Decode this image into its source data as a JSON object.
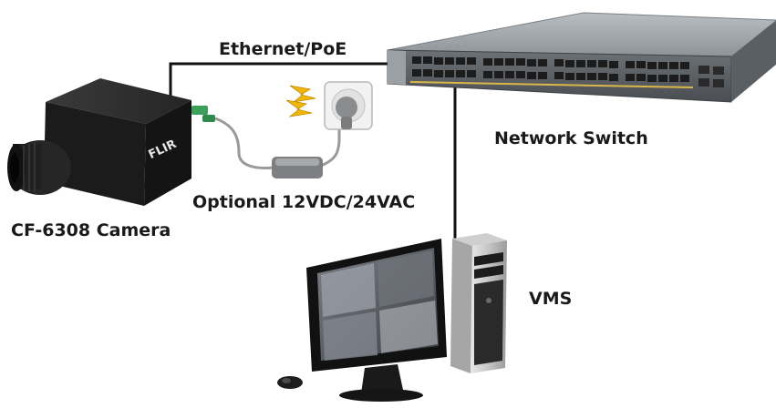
{
  "labels": {
    "ethernet": "Ethernet/PoE",
    "network_switch": "Network Switch",
    "power": "Optional 12VDC/24VAC",
    "camera": "CF-6308 Camera",
    "vms": "VMS"
  },
  "camera": {
    "brand": "FLIR"
  },
  "icons": {
    "camera": "box-camera-icon",
    "switch": "network-switch-icon",
    "outlet": "power-outlet-icon",
    "adapter": "power-adapter-icon",
    "lightning": "lightning-bolt-icon",
    "monitor": "monitor-icon",
    "tower": "pc-tower-icon",
    "mouse": "mouse-icon"
  },
  "colors": {
    "ethernet_cable": "#111111",
    "power_cable": "#9a9a9a",
    "switch_body": "#8a8f93",
    "camera_body": "#1b1b1b",
    "lightning": "#f2b705",
    "connector": "#3aa05a"
  }
}
